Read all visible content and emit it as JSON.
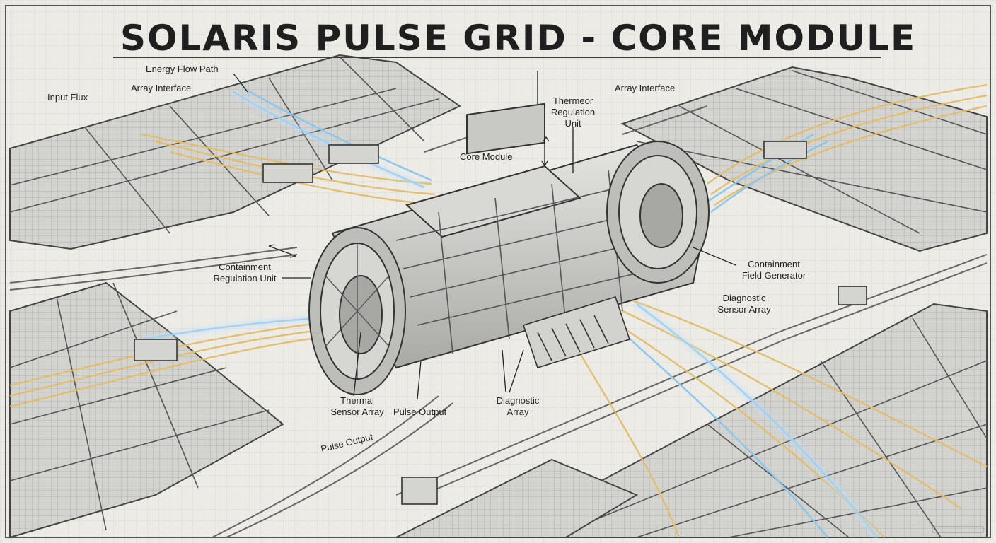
{
  "title": "SOLARIS PULSE GRID - CORE MODULE",
  "colors": {
    "background": "#ecebe6",
    "grid": "#d9d8d2",
    "ink": "#3a3a3a",
    "panel": "#cfcfcc",
    "flow_gold": "#e3bd6a",
    "flow_blue": "#8cc6ee"
  },
  "labels": {
    "energy_flow_path": "Energy Flow Path",
    "input_flux": "Input Flux",
    "array_interface_left": "Array Interface",
    "array_interface_right": "Array Interface",
    "thermal_regulation_unit": "Thermeor\nRegulation\nUnit",
    "core_module": "Core Module",
    "containment_regulation_unit": "Containment\nRegulation Unit",
    "containment_field_generator": "Containment\nField Generator",
    "diagnostic_sensor_array": "Diagnostic\nSensor Array",
    "thermal_sensor_array": "Thermal\nSensor Array",
    "pulse_output_center": "Pulse Output",
    "diagnostic_array": "Diagnostic\nArray",
    "pulse_output_left": "Pulse Output"
  }
}
